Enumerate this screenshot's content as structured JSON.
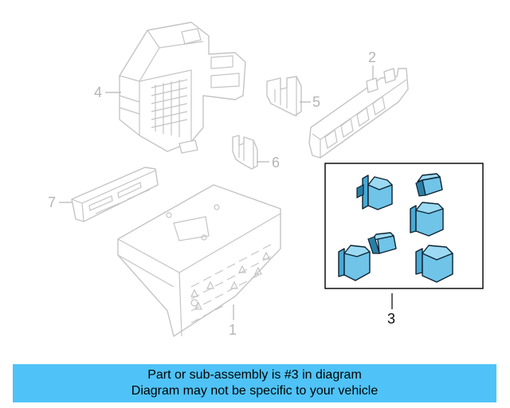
{
  "diagram": {
    "callouts": {
      "c1": "1",
      "c2": "2",
      "c3": "3",
      "c4": "4",
      "c5": "5",
      "c6": "6",
      "c7": "7"
    },
    "highlighted_part": "3",
    "colors": {
      "highlight_fill": "#6fc4e8",
      "ghost_stroke": "#c4c4c4",
      "banner_background": "#4fc3f7"
    }
  },
  "banner": {
    "line1": "Part or sub-assembly is #3 in diagram",
    "line2": "Diagram may not be specific to your vehicle"
  }
}
